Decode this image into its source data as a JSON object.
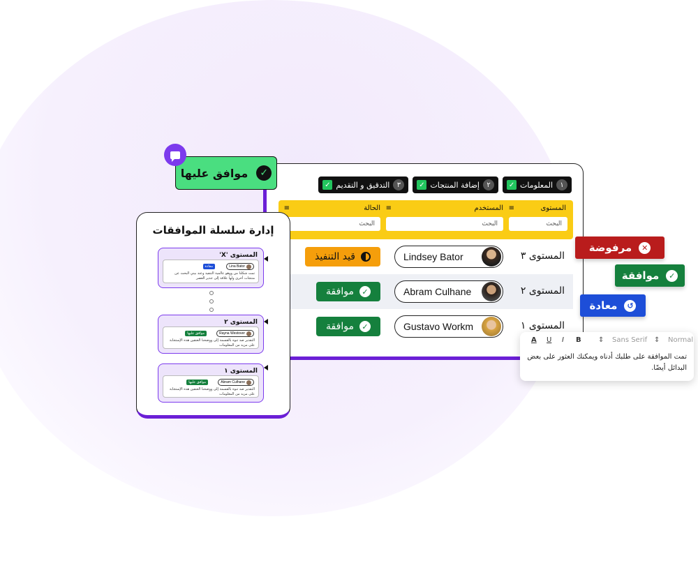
{
  "steps": [
    {
      "num": "١",
      "label": "المعلومات"
    },
    {
      "num": "٢",
      "label": "إضافة المنتجات"
    },
    {
      "num": "٣",
      "label": "التدقيق و التقديم"
    }
  ],
  "table": {
    "headers": {
      "level": "المستوى",
      "user": "المستخدم",
      "status": "الحالة"
    },
    "search_placeholder": "البحث",
    "rows": [
      {
        "level": "المستوى ٣",
        "user": "Lindsey Bator",
        "status": "قيد التنفيذ"
      },
      {
        "level": "المستوى ٢",
        "user": "Abram Culhane",
        "status": "موافقة"
      },
      {
        "level": "المستوى ١",
        "user": "Gustavo Workm",
        "status": "موافقة"
      }
    ]
  },
  "approved_badge": "موافق عليها",
  "chain": {
    "title": "إدارة سلسلة الموافقات",
    "levels": [
      {
        "title": "المستوى 'X'",
        "user": "Lina Bator",
        "tag": "معادة",
        "text": "تمت شكلنا من ووهو عالمية التنفيذ وعند بيني البحث عن منتجات أخرى ولها علاقة إلى جدير العصر"
      },
      {
        "title": "المستوى ٢",
        "user": "Rayna Westover",
        "tag": "موافق عليها",
        "text": "التقدير صد تنوه بالقسمة إلى ووضحنا العنقين هذه الإستجابة على مزيد من المعلومات"
      },
      {
        "title": "المستوى ١",
        "user": "Abram Culhane",
        "tag": "موافق عليها",
        "text": "التقدير صد تنوه بالقسمة إلى ووضحنا العنقين هذه الإستجابة على مزيد من المعلومات"
      }
    ]
  },
  "pills": {
    "rejected": "مرفوضة",
    "approved": "موافقة",
    "returned": "معادة"
  },
  "editor": {
    "font": "Sans Serif",
    "size": "Normal",
    "text": "تمت الموافقة على طلبك أدناه ويمكنك العثور على بعض البدائل أيضًا."
  },
  "colors": {
    "accent": "#6b1fd6",
    "header_yellow": "#facc15",
    "success": "#15803d",
    "danger": "#b91c1c",
    "info": "#1d4ed8",
    "pending": "#f59e0b"
  }
}
